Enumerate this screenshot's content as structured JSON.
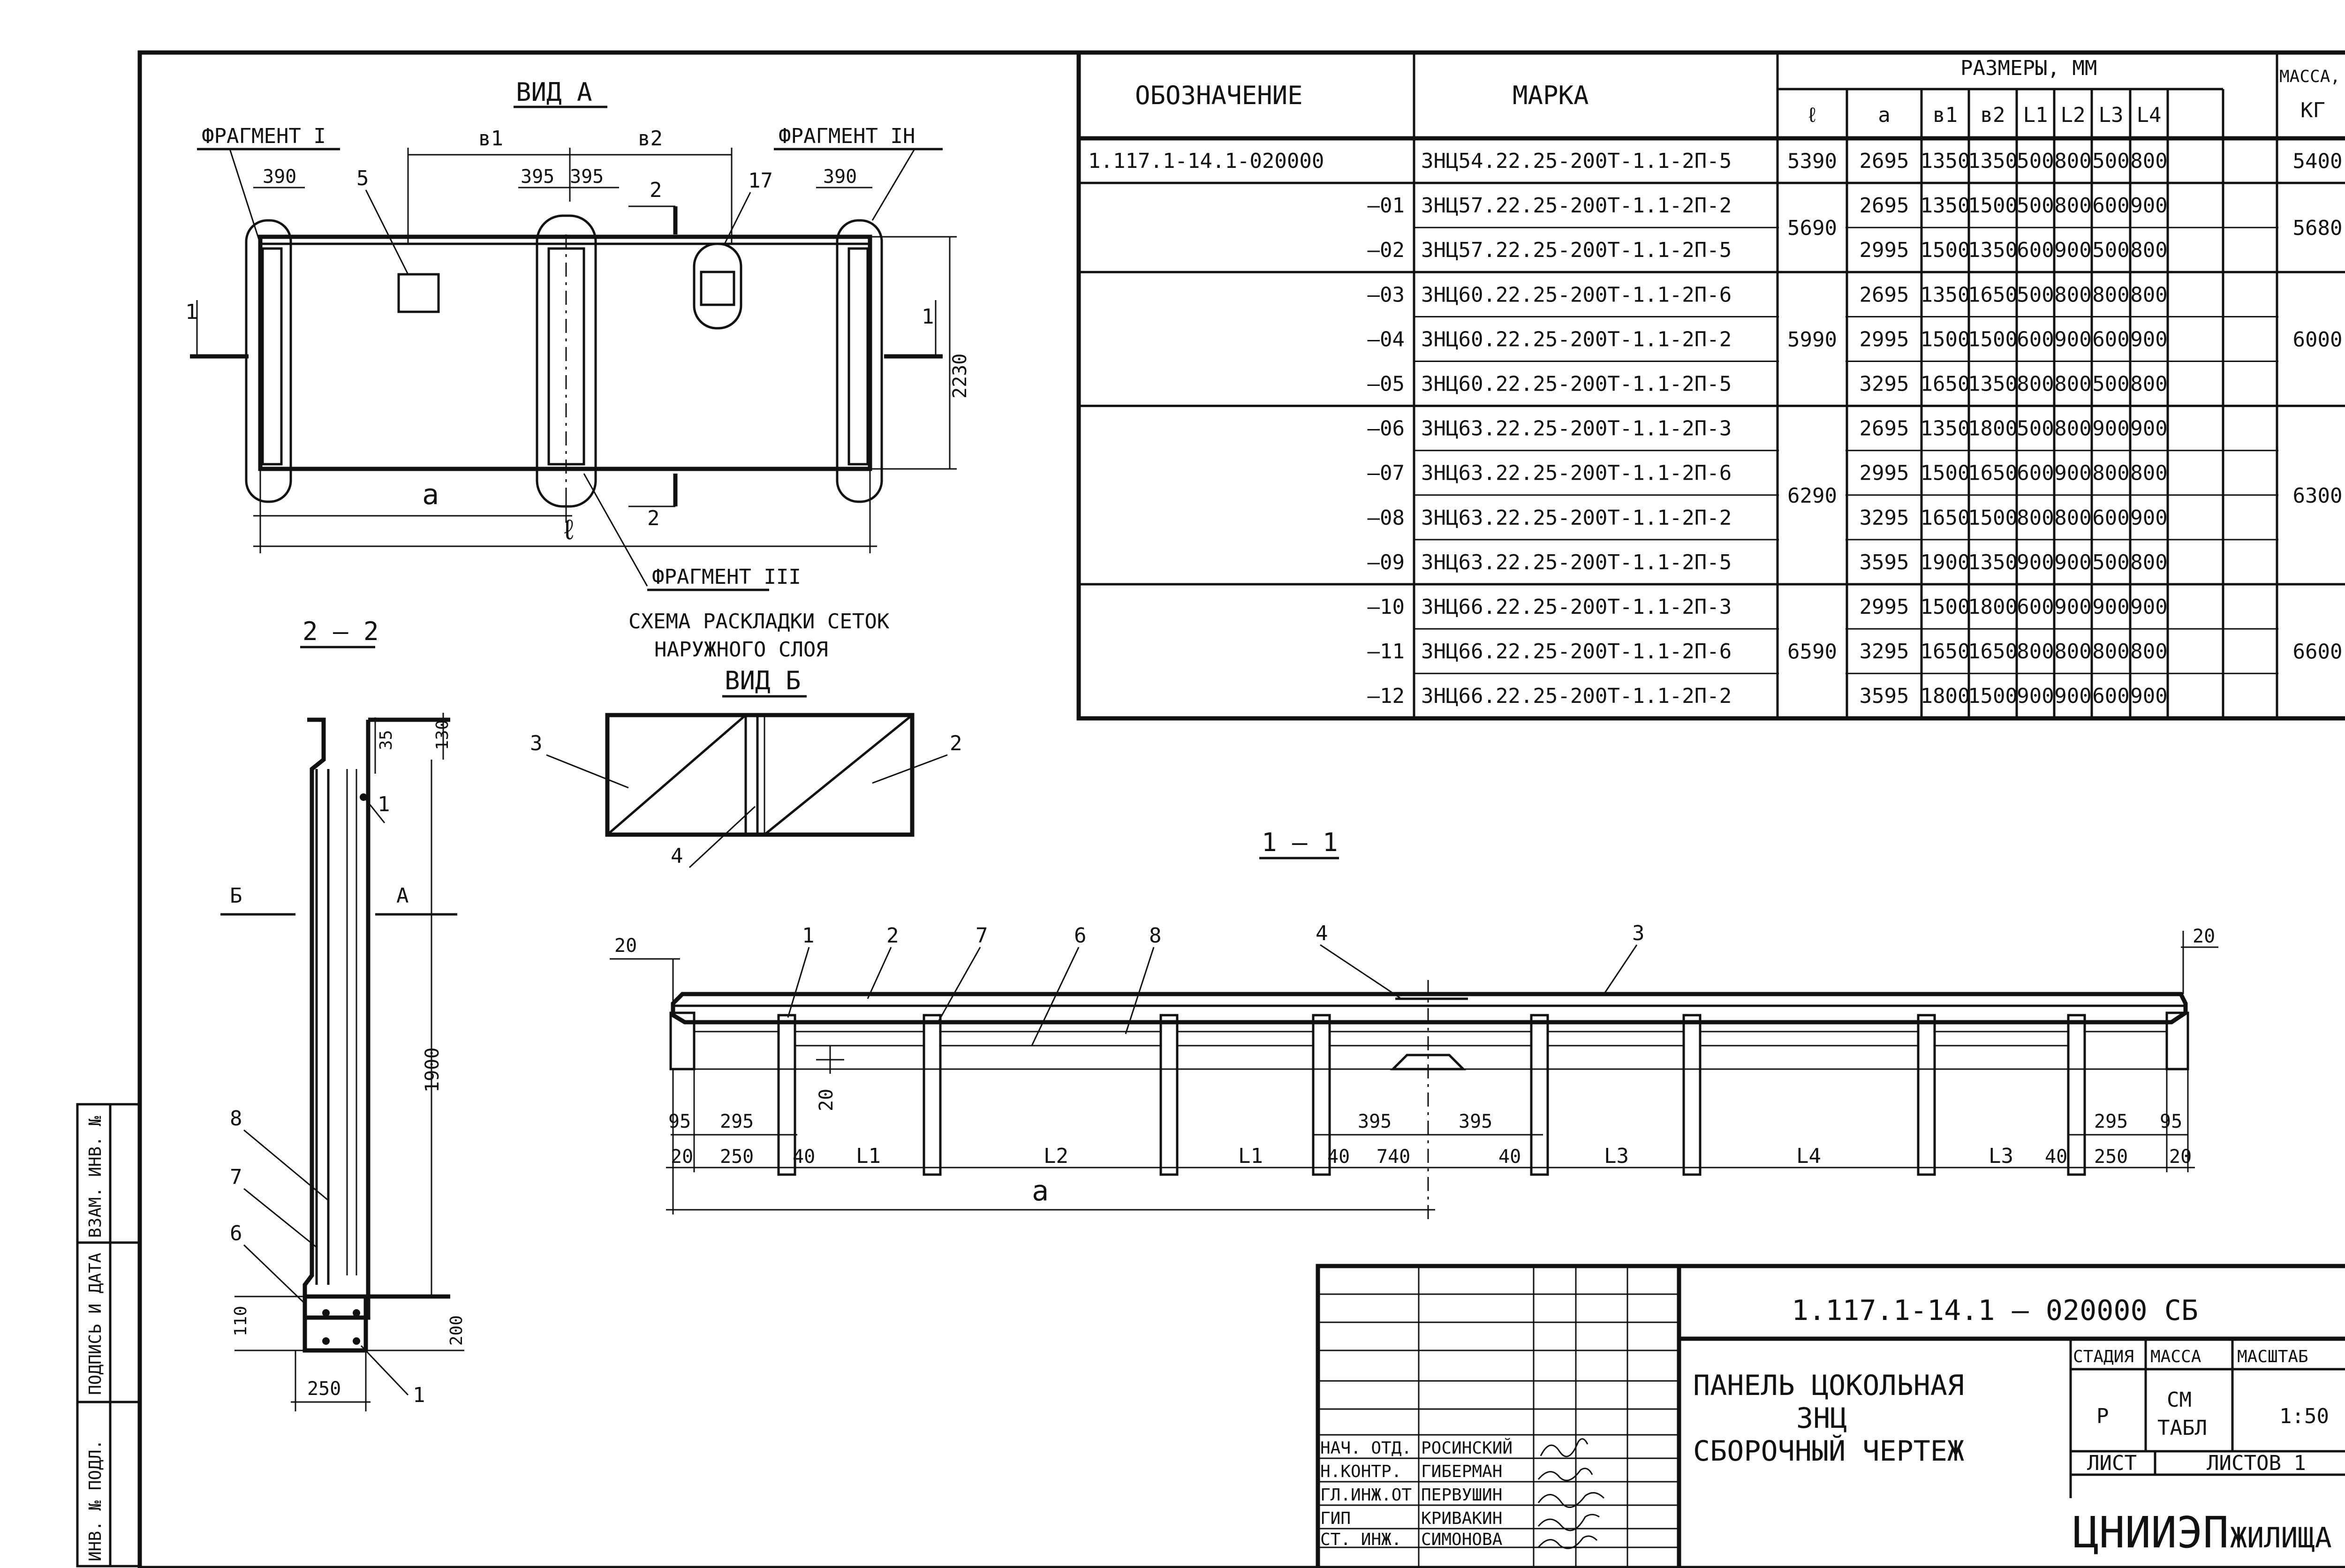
{
  "views": {
    "vid_a": "ВИД А",
    "fragment_1": "ФРАГМЕНТ I",
    "fragment_1n": "ФРАГМЕНТ IН",
    "fragment_3": "ФРАГМЕНТ III",
    "section_22": "2 – 2",
    "section_11": "1 – 1",
    "scheme": "СХЕМА РАСКЛАДКИ СЕТОК",
    "scheme2": "НАРУЖНОГО СЛОЯ",
    "vid_b": "ВИД Б"
  },
  "plan_dims": {
    "b1": "в1",
    "b2": "в2",
    "d390a": "390",
    "d395a": "395",
    "d395b": "395",
    "d390b": "390",
    "d2230": "2230",
    "a": "a",
    "l": "ℓ",
    "c2a": "2",
    "c2b": "2",
    "c1a": "1",
    "c1b": "1",
    "p5": "5",
    "p17": "17"
  },
  "section22": {
    "d130": "130",
    "d35": "35",
    "p1": "1",
    "b": "Б",
    "a": "А",
    "d1900": "1900",
    "p8": "8",
    "p7": "7",
    "p6": "6",
    "d110": "110",
    "d200": "200",
    "d250": "250",
    "p1b": "1"
  },
  "vidb": {
    "p3": "3",
    "p2": "2",
    "p4": "4"
  },
  "section11": {
    "d20l": "20",
    "d20r": "20",
    "p1": "1",
    "p2": "2",
    "p7": "7",
    "p6": "6",
    "p8": "8",
    "p4": "4",
    "p3": "3",
    "d20v": "20",
    "row1": [
      "95",
      "295",
      "395",
      "395",
      "295",
      "95"
    ],
    "row2": [
      "20",
      "250",
      "40",
      "L1",
      "L2",
      "L1",
      "40",
      "740",
      "40",
      "L3",
      "L4",
      "L3",
      "40",
      "250",
      "20"
    ],
    "a": "a"
  },
  "spec_table": {
    "h_designation": "ОБОЗНАЧЕНИЕ",
    "h_mark": "МАРКА",
    "h_sizes": "РАЗМЕРЫ, ММ",
    "h_mass": "МАССА,",
    "h_mass_unit": "КГ",
    "size_cols": [
      "ℓ",
      "a",
      "в1",
      "в2",
      "L1",
      "L2",
      "L3",
      "L4"
    ],
    "rows": [
      {
        "des": "1.117.1-14.1-020000",
        "mark": "ЗНЦ54.22.25-200Т-1.1-2П-5",
        "a": "2695",
        "b1": "1350",
        "b2": "1350",
        "L1": "500",
        "L2": "800",
        "L3": "500",
        "L4": "800"
      },
      {
        "des": "–01",
        "mark": "ЗНЦ57.22.25-200Т-1.1-2П-2",
        "a": "2695",
        "b1": "1350",
        "b2": "1500",
        "L1": "500",
        "L2": "800",
        "L3": "600",
        "L4": "900"
      },
      {
        "des": "–02",
        "mark": "ЗНЦ57.22.25-200Т-1.1-2П-5",
        "a": "2995",
        "b1": "1500",
        "b2": "1350",
        "L1": "600",
        "L2": "900",
        "L3": "500",
        "L4": "800"
      },
      {
        "des": "–03",
        "mark": "ЗНЦ60.22.25-200Т-1.1-2П-6",
        "a": "2695",
        "b1": "1350",
        "b2": "1650",
        "L1": "500",
        "L2": "800",
        "L3": "800",
        "L4": "800"
      },
      {
        "des": "–04",
        "mark": "ЗНЦ60.22.25-200Т-1.1-2П-2",
        "a": "2995",
        "b1": "1500",
        "b2": "1500",
        "L1": "600",
        "L2": "900",
        "L3": "600",
        "L4": "900"
      },
      {
        "des": "–05",
        "mark": "ЗНЦ60.22.25-200Т-1.1-2П-5",
        "a": "3295",
        "b1": "1650",
        "b2": "1350",
        "L1": "800",
        "L2": "800",
        "L3": "500",
        "L4": "800"
      },
      {
        "des": "–06",
        "mark": "ЗНЦ63.22.25-200Т-1.1-2П-3",
        "a": "2695",
        "b1": "1350",
        "b2": "1800",
        "L1": "500",
        "L2": "800",
        "L3": "900",
        "L4": "900"
      },
      {
        "des": "–07",
        "mark": "ЗНЦ63.22.25-200Т-1.1-2П-6",
        "a": "2995",
        "b1": "1500",
        "b2": "1650",
        "L1": "600",
        "L2": "900",
        "L3": "800",
        "L4": "800"
      },
      {
        "des": "–08",
        "mark": "ЗНЦ63.22.25-200Т-1.1-2П-2",
        "a": "3295",
        "b1": "1650",
        "b2": "1500",
        "L1": "800",
        "L2": "800",
        "L3": "600",
        "L4": "900"
      },
      {
        "des": "–09",
        "mark": "ЗНЦ63.22.25-200Т-1.1-2П-5",
        "a": "3595",
        "b1": "1900",
        "b2": "1350",
        "L1": "900",
        "L2": "900",
        "L3": "500",
        "L4": "800"
      },
      {
        "des": "–10",
        "mark": "ЗНЦ66.22.25-200Т-1.1-2П-3",
        "a": "2995",
        "b1": "1500",
        "b2": "1800",
        "L1": "600",
        "L2": "900",
        "L3": "900",
        "L4": "900"
      },
      {
        "des": "–11",
        "mark": "ЗНЦ66.22.25-200Т-1.1-2П-6",
        "a": "3295",
        "b1": "1650",
        "b2": "1650",
        "L1": "800",
        "L2": "800",
        "L3": "800",
        "L4": "800"
      },
      {
        "des": "–12",
        "mark": "ЗНЦ66.22.25-200Т-1.1-2П-2",
        "a": "3595",
        "b1": "1800",
        "b2": "1500",
        "L1": "900",
        "L2": "900",
        "L3": "600",
        "L4": "900"
      }
    ],
    "merged": [
      {
        "l": "5390",
        "mass": "5400"
      },
      {
        "l": "5690",
        "mass": "5680"
      },
      {
        "l": "5990",
        "mass": "6000"
      },
      {
        "l": "6290",
        "mass": "6300"
      },
      {
        "l": "6590",
        "mass": "6600"
      }
    ]
  },
  "title_block": {
    "code": "1.117.1-14.1 – 020000 СБ",
    "name1": "ПАНЕЛЬ ЦОКОЛЬНАЯ",
    "name2": "ЗНЦ",
    "name3": "СБОРОЧНЫЙ ЧЕРТЕЖ",
    "h_stage": "СТАДИЯ",
    "h_mass": "МАССА",
    "h_scale": "МАСШТАБ",
    "stage": "Р",
    "mass1": "СМ",
    "mass2": "ТАБЛ",
    "scale": "1:50",
    "sheet": "ЛИСТ",
    "sheets": "ЛИСТОВ 1",
    "org1": "ЦНИИЭП",
    "org2": "ЖИЛИЩА",
    "roles": [
      "НАЧ. ОТД.",
      "Н.КОНТР.",
      "ГЛ.ИНЖ.ОТ",
      "ГИП",
      "СТ. ИНЖ."
    ],
    "names": [
      "РОСИНСКИЙ",
      "ГИБЕРМАН",
      "ПЕРВУШИН",
      "КРИВАКИН",
      "СИМОНОВА"
    ]
  },
  "side_stamp": [
    "ИНВ. № ПОДЛ.",
    "ПОДПИСЬ И ДАТА",
    "ВЗАМ. ИНВ. №"
  ]
}
